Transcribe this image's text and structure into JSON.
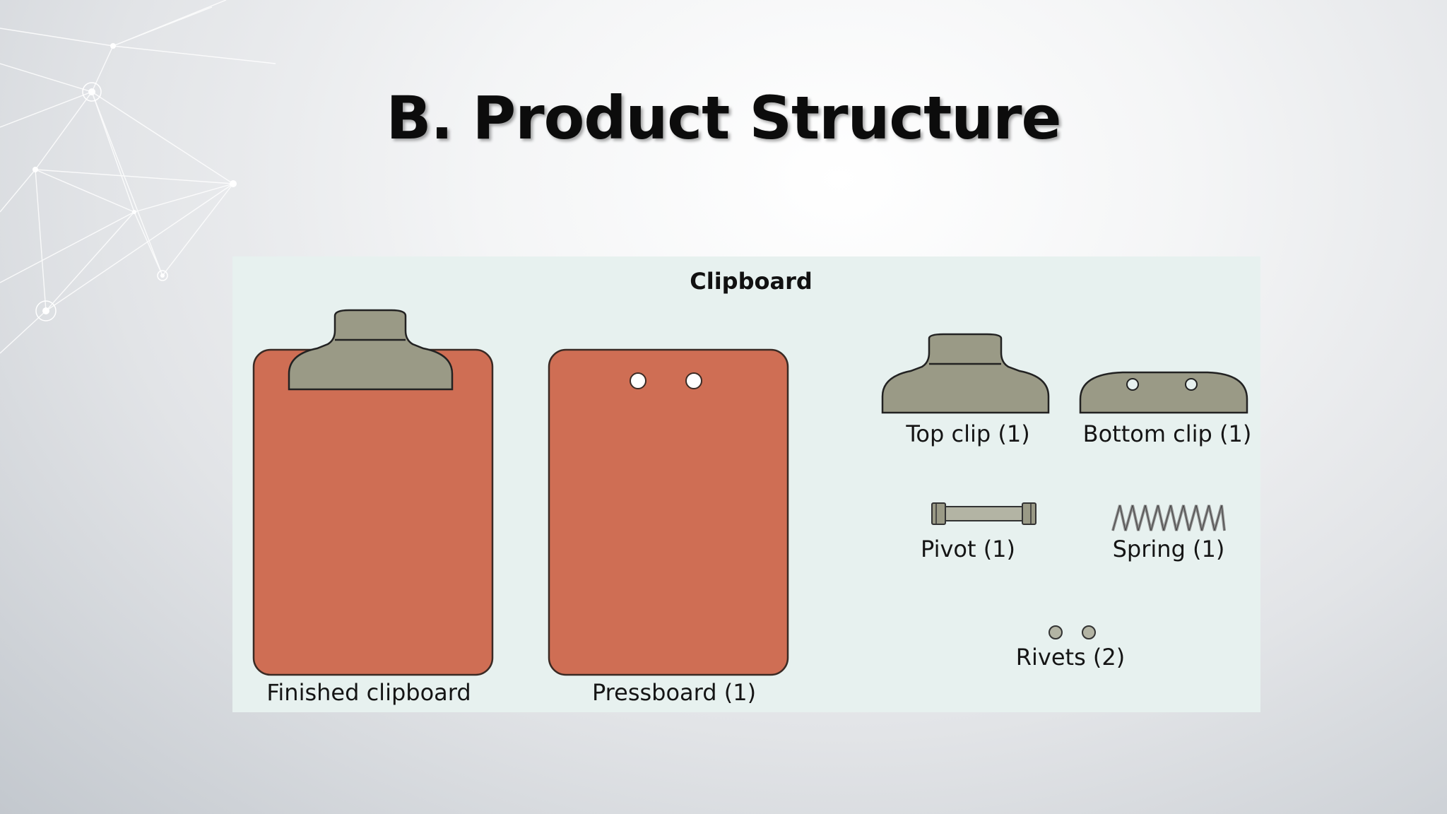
{
  "slide": {
    "title": "B. Product Structure"
  },
  "figure": {
    "title": "Clipboard",
    "parts": [
      {
        "label": "Finished clipboard"
      },
      {
        "label": "Pressboard (1)"
      },
      {
        "label": "Top clip (1)"
      },
      {
        "label": "Bottom clip (1)"
      },
      {
        "label": "Pivot (1)"
      },
      {
        "label": "Spring (1)"
      },
      {
        "label": "Rivets (2)"
      }
    ],
    "colors": {
      "board": "#cf6e54",
      "clip": "#9a9a86",
      "panel": "#e7f1ef"
    }
  }
}
